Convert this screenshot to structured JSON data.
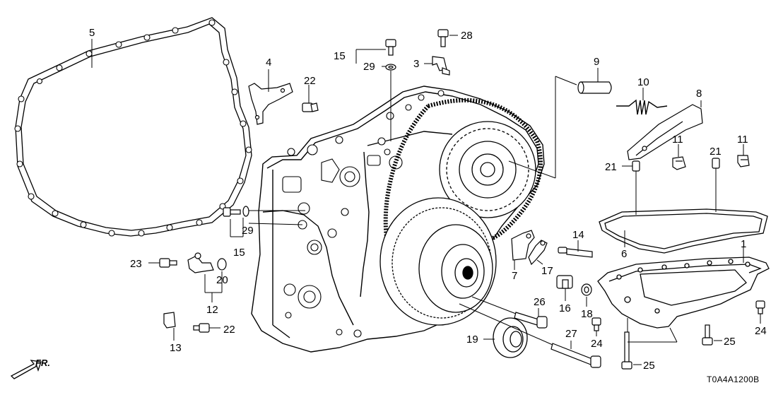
{
  "diagram": {
    "callouts": {
      "c1": "1",
      "c3": "3",
      "c4": "4",
      "c5": "5",
      "c6": "6",
      "c7": "7",
      "c8": "8",
      "c9": "9",
      "c10": "10",
      "c11a": "11",
      "c11b": "11",
      "c12": "12",
      "c13": "13",
      "c14": "14",
      "c15a": "15",
      "c15b": "15",
      "c16": "16",
      "c17": "17",
      "c18": "18",
      "c19": "19",
      "c20": "20",
      "c21a": "21",
      "c21b": "21",
      "c22a": "22",
      "c22b": "22",
      "c23": "23",
      "c24a": "24",
      "c24b": "24",
      "c25a": "25",
      "c25b": "25",
      "c26": "26",
      "c27": "27",
      "c28": "28",
      "c29a": "29",
      "c29b": "29"
    },
    "direction_label": "FR.",
    "diagram_code": "T0A4A1200B",
    "line_color": "#000000",
    "background": "#ffffff"
  }
}
